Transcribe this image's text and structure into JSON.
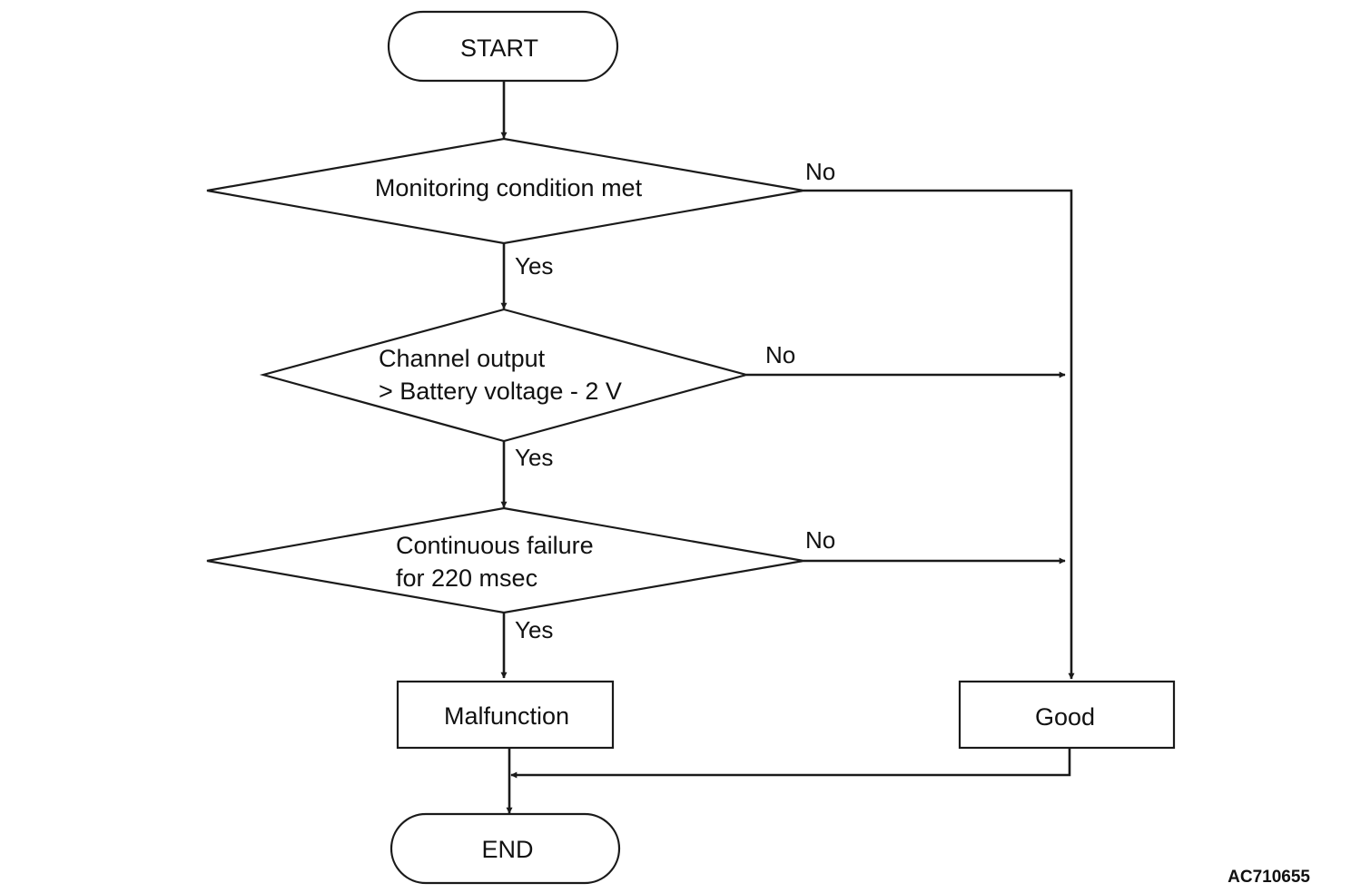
{
  "terminals": {
    "start": "START",
    "end": "END"
  },
  "decisions": {
    "monitoring": {
      "line1": "Monitoring condition met"
    },
    "channel_output": {
      "line1": "Channel output",
      "line2": "> Battery voltage - 2 V"
    },
    "continuous_failure": {
      "line1": "Continuous failure",
      "line2": "for 220 msec"
    }
  },
  "outcomes": {
    "malfunction": "Malfunction",
    "good": "Good"
  },
  "branch_labels": {
    "yes": "Yes",
    "no": "No"
  },
  "figure_id": "AC710655"
}
